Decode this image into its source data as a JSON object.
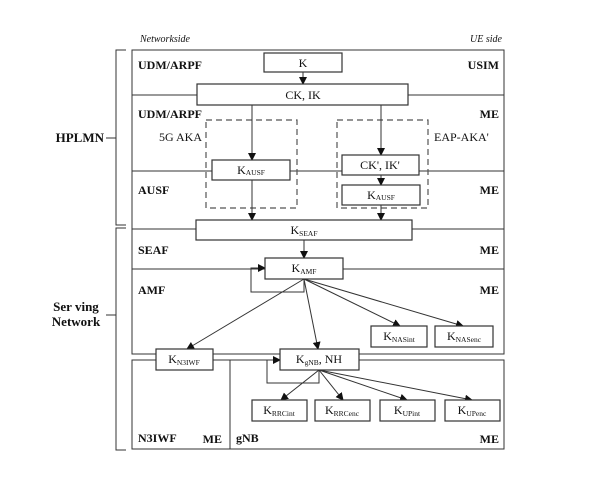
{
  "header": {
    "network_side": "Networkside",
    "ue_side": "UE side"
  },
  "groups": {
    "hplmn": "HPLMN",
    "serving_line1": "Ser ving",
    "serving_line2": "Network"
  },
  "rows": {
    "usim_left": "UDM/ARPF",
    "usim_right": "USIM",
    "me1_left": "UDM/ARPF",
    "me1_right": "ME",
    "ausf_left": "AUSF",
    "ausf_right": "ME",
    "seaf_left": "SEAF",
    "seaf_right": "ME",
    "amf_left": "AMF",
    "amf_right": "ME",
    "n3iwf_left": "N3IWF",
    "n3iwf_right": "ME",
    "gnb_left": "gNB",
    "gnb_right": "ME"
  },
  "methods": {
    "aka5g": "5G AKA",
    "eapaka": "EAP-AKA'"
  },
  "keys": {
    "k": {
      "main": "K",
      "sub": ""
    },
    "ckik": {
      "main": "CK, IK",
      "sub": ""
    },
    "kausf_left": {
      "main": "K",
      "sub": "AUSF"
    },
    "ckik_prime": {
      "main": "CK', IK'",
      "sub": ""
    },
    "kausf_right": {
      "main": "K",
      "sub": "AUSF"
    },
    "kseaf": {
      "main": "K",
      "sub": "SEAF"
    },
    "kamf": {
      "main": "K",
      "sub": "AMF"
    },
    "knasint": {
      "main": "K",
      "sub": "NASint"
    },
    "knasenc": {
      "main": "K",
      "sub": "NASenc"
    },
    "kn3iwf": {
      "main": "K",
      "sub": "N3IWF"
    },
    "kgnb": {
      "main": "K",
      "sub": "gNB",
      "suffix": ", NH"
    },
    "krrcint": {
      "main": "K",
      "sub": "RRCint"
    },
    "krrcenc": {
      "main": "K",
      "sub": "RRCenc"
    },
    "kupint": {
      "main": "K",
      "sub": "UPint"
    },
    "kupenc": {
      "main": "K",
      "sub": "UPenc"
    }
  }
}
